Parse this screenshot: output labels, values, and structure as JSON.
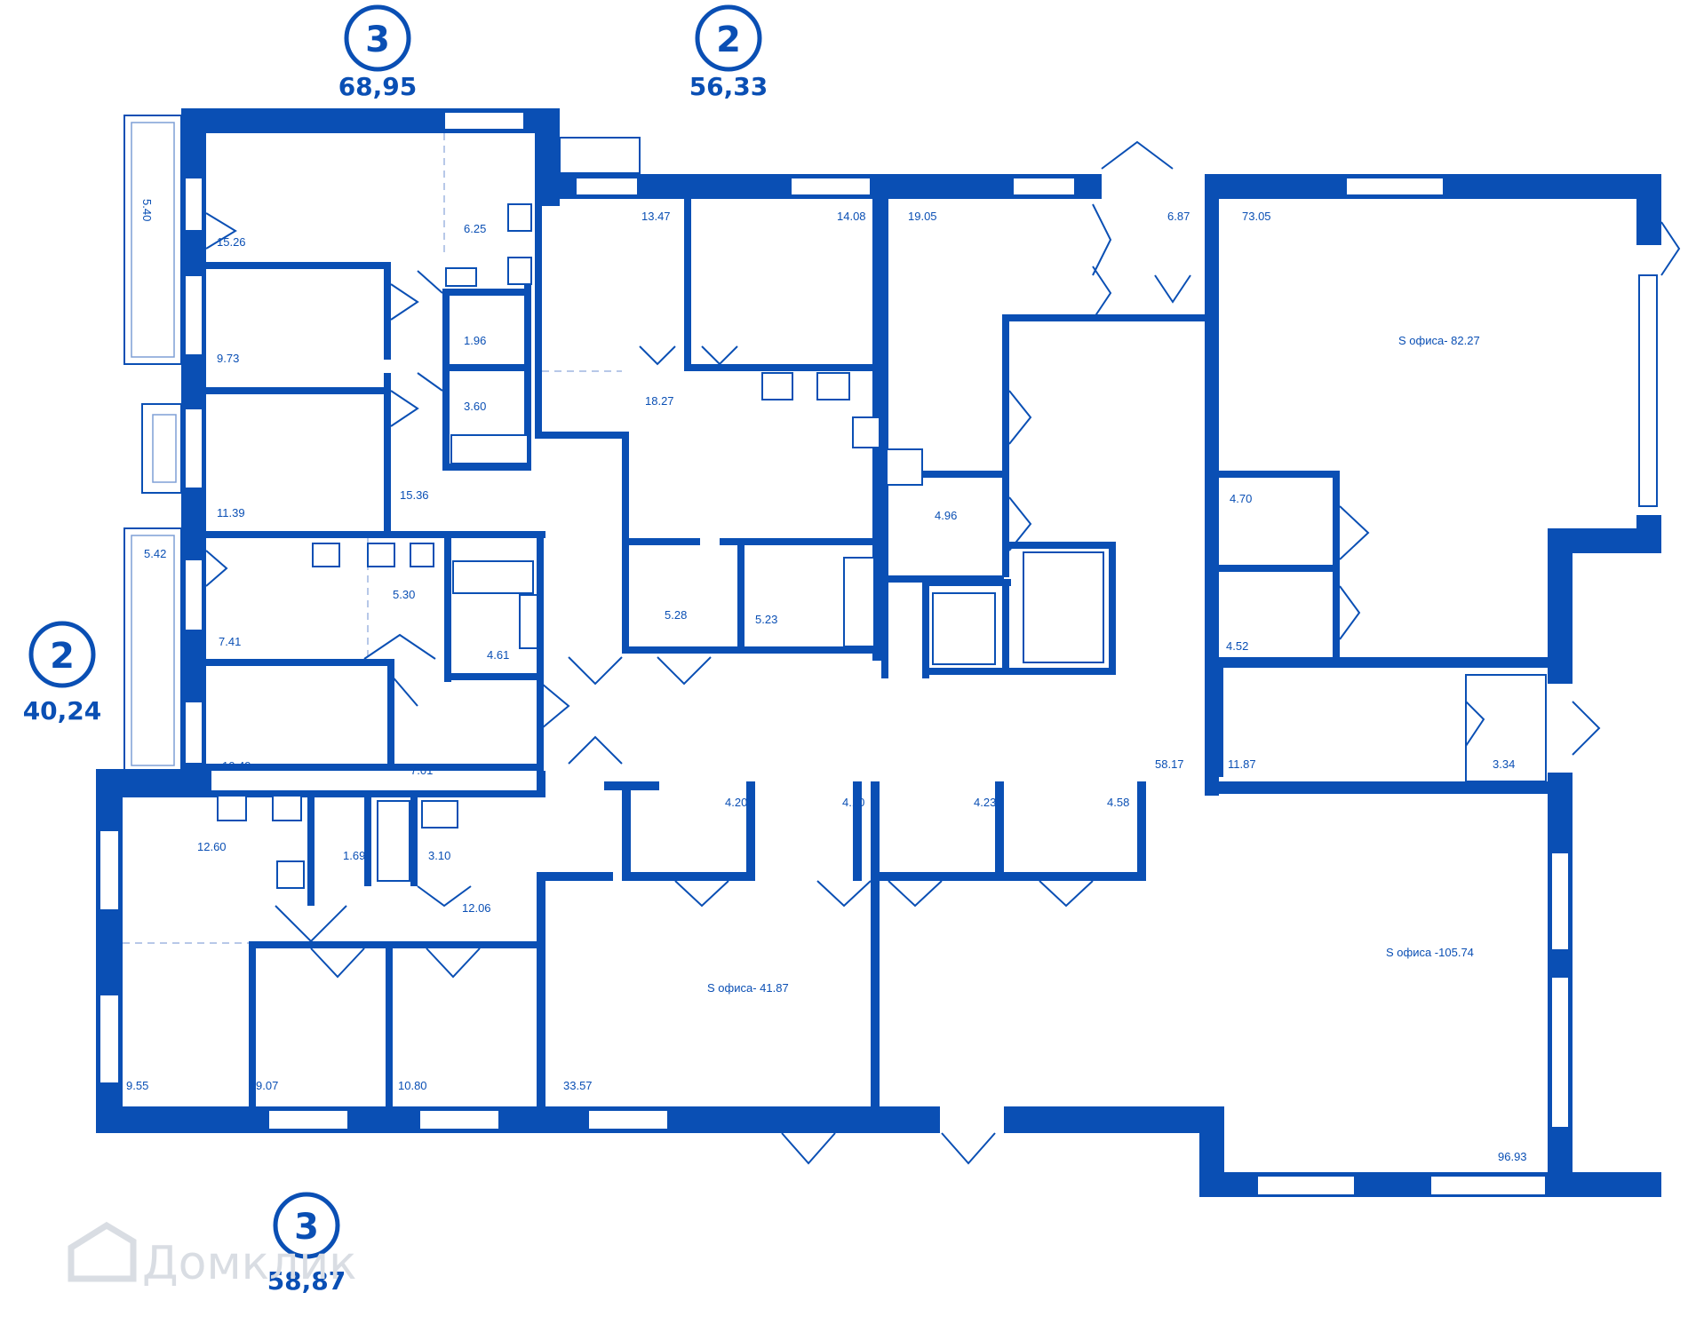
{
  "colors": {
    "wall": "#0a4fb4",
    "background": "#ffffff",
    "watermark": "#d9dde3"
  },
  "badges": [
    {
      "rooms": "3",
      "area": "68,95"
    },
    {
      "rooms": "2",
      "area": "56,33"
    },
    {
      "rooms": "2",
      "area": "40,24"
    },
    {
      "rooms": "3",
      "area": "58,87"
    }
  ],
  "rooms": {
    "a": "5.40",
    "b": "15.26",
    "c": "6.25",
    "d": "9.73",
    "e": "1.96",
    "f": "3.60",
    "g": "11.39",
    "h": "15.36",
    "i": "5.42",
    "j": "5.30",
    "k": "7.41",
    "l": "4.61",
    "m": "10.49",
    "n": "7.01",
    "o": "12.60",
    "p": "1.69",
    "q": "3.10",
    "r": "12.06",
    "s": "9.55",
    "t": "9.07",
    "u": "10.80",
    "v": "13.47",
    "w": "14.08",
    "x": "18.27",
    "y": "5.28",
    "z": "5.23",
    "aa": "19.05",
    "ab": "6.87",
    "ac": "4.96",
    "ad": "73.05",
    "ae": "S офиса- 82.27",
    "af": "4.70",
    "ag": "4.52",
    "ah": "11.87",
    "ai": "3.34",
    "aj": "58.17",
    "ak": "4.20",
    "al": "4.10",
    "am": "4.23",
    "an": "4.58",
    "ao": "S офиса- 41.87",
    "ap": "33.57",
    "aq": "S офиса -105.74",
    "ar": "96.93"
  },
  "watermark": {
    "text": "Домклик",
    "icon": "house-logo-icon"
  }
}
